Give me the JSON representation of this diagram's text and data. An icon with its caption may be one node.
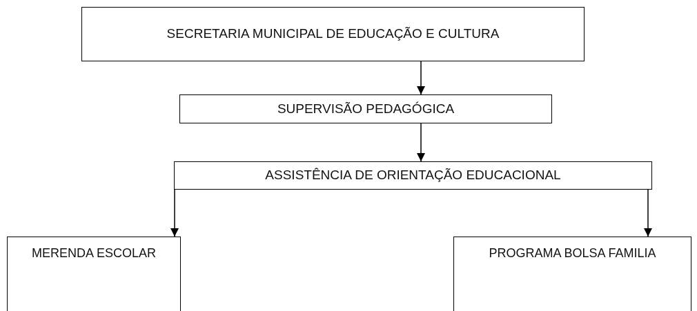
{
  "diagram": {
    "nodes": [
      {
        "text": [
          "SECRETARIA MUNICIPAL DE EDUCAÇÃO E CULTURA"
        ]
      },
      {
        "text": [
          "SUPERVISÃO PEDAGÓGICA"
        ]
      },
      {
        "text": [
          "ASSISTÊNCIA DE ORIENTAÇÃO EDUCACIONAL"
        ]
      },
      {
        "text": [
          "MERENDA ESCOLAR"
        ]
      },
      {
        "text": [
          "PROGRAMA BOLSA FAMILIA"
        ]
      }
    ],
    "edges": [
      {
        "from": 0,
        "to": 1,
        "arrow": "to"
      },
      {
        "from": 1,
        "to": 2,
        "arrow": "to"
      },
      {
        "from": 2,
        "to": 3,
        "arrow": "to"
      },
      {
        "from": 2,
        "to": 4,
        "arrow": "to"
      }
    ]
  }
}
